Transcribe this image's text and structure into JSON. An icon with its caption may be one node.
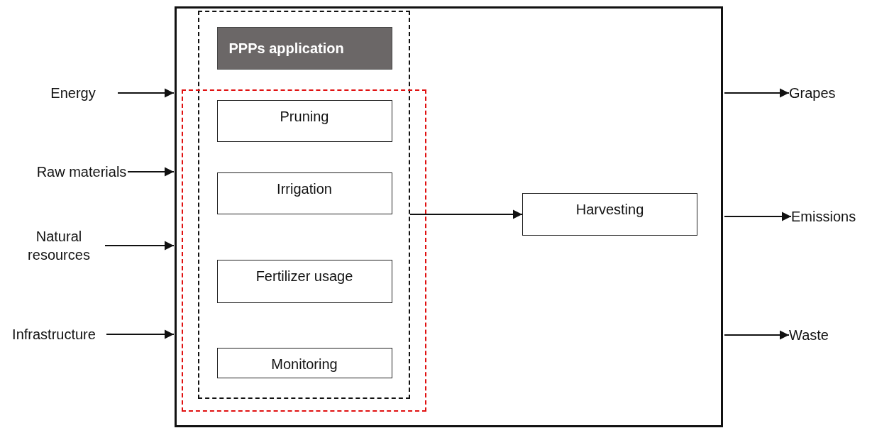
{
  "diagram": {
    "nodes": [
      {
        "text": [],
        "shape": "box"
      },
      {
        "text": [],
        "shape": "box",
        "in": 0
      },
      {
        "text": [],
        "shape": "box",
        "in": 0
      },
      {
        "text": [
          "PPPs application"
        ],
        "in": 1
      },
      {
        "text": [
          "Pruning"
        ],
        "in": 2
      },
      {
        "text": [
          "Irrigation"
        ],
        "in": 2
      },
      {
        "text": [
          "Fertilizer usage"
        ],
        "in": 2
      },
      {
        "text": [
          "Monitoring"
        ],
        "in": 2
      },
      {
        "text": [
          "Harvesting"
        ],
        "in": 0
      },
      {
        "text": [
          "Energy"
        ]
      },
      {
        "text": [
          "Raw materials"
        ]
      },
      {
        "text": [
          "Natural resources"
        ]
      },
      {
        "text": [
          "Infrastructure"
        ]
      },
      {
        "text": [
          "Grapes"
        ]
      },
      {
        "text": [
          "Emissions"
        ]
      },
      {
        "text": [
          "Waste"
        ]
      }
    ],
    "edges": [
      {
        "from": 9,
        "to": 0,
        "arrow": "to"
      },
      {
        "from": 10,
        "to": 0,
        "arrow": "to"
      },
      {
        "from": 11,
        "to": 0,
        "arrow": "to"
      },
      {
        "from": 12,
        "to": 0,
        "arrow": "to"
      },
      {
        "from": 1,
        "to": 8,
        "arrow": "to"
      },
      {
        "from": 0,
        "to": 13,
        "arrow": "to"
      },
      {
        "from": 0,
        "to": 14,
        "arrow": "to"
      },
      {
        "from": 0,
        "to": 15,
        "arrow": "to"
      }
    ]
  }
}
